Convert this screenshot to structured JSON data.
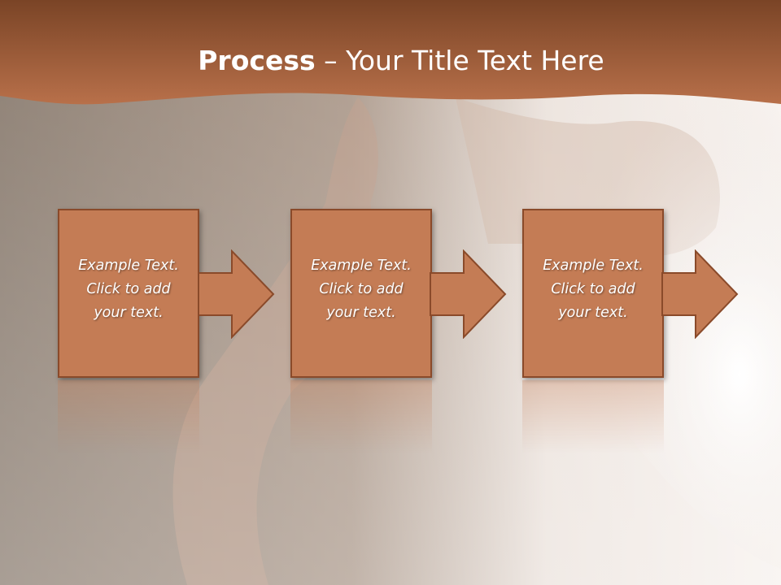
{
  "slide": {
    "title_bold": "Process",
    "title_rest": " – Your Title Text Here"
  },
  "steps": [
    {
      "lines": [
        "Example Text.",
        "Click  to add",
        "your text."
      ]
    },
    {
      "lines": [
        "Example Text.",
        "Click  to add",
        "your text."
      ]
    },
    {
      "lines": [
        "Example Text.",
        "Click  to add",
        "your text."
      ]
    }
  ],
  "colors": {
    "header": "#a8603c",
    "box_fill": "#c47c55",
    "box_border": "#8a4a2a",
    "text": "#ffffff"
  }
}
